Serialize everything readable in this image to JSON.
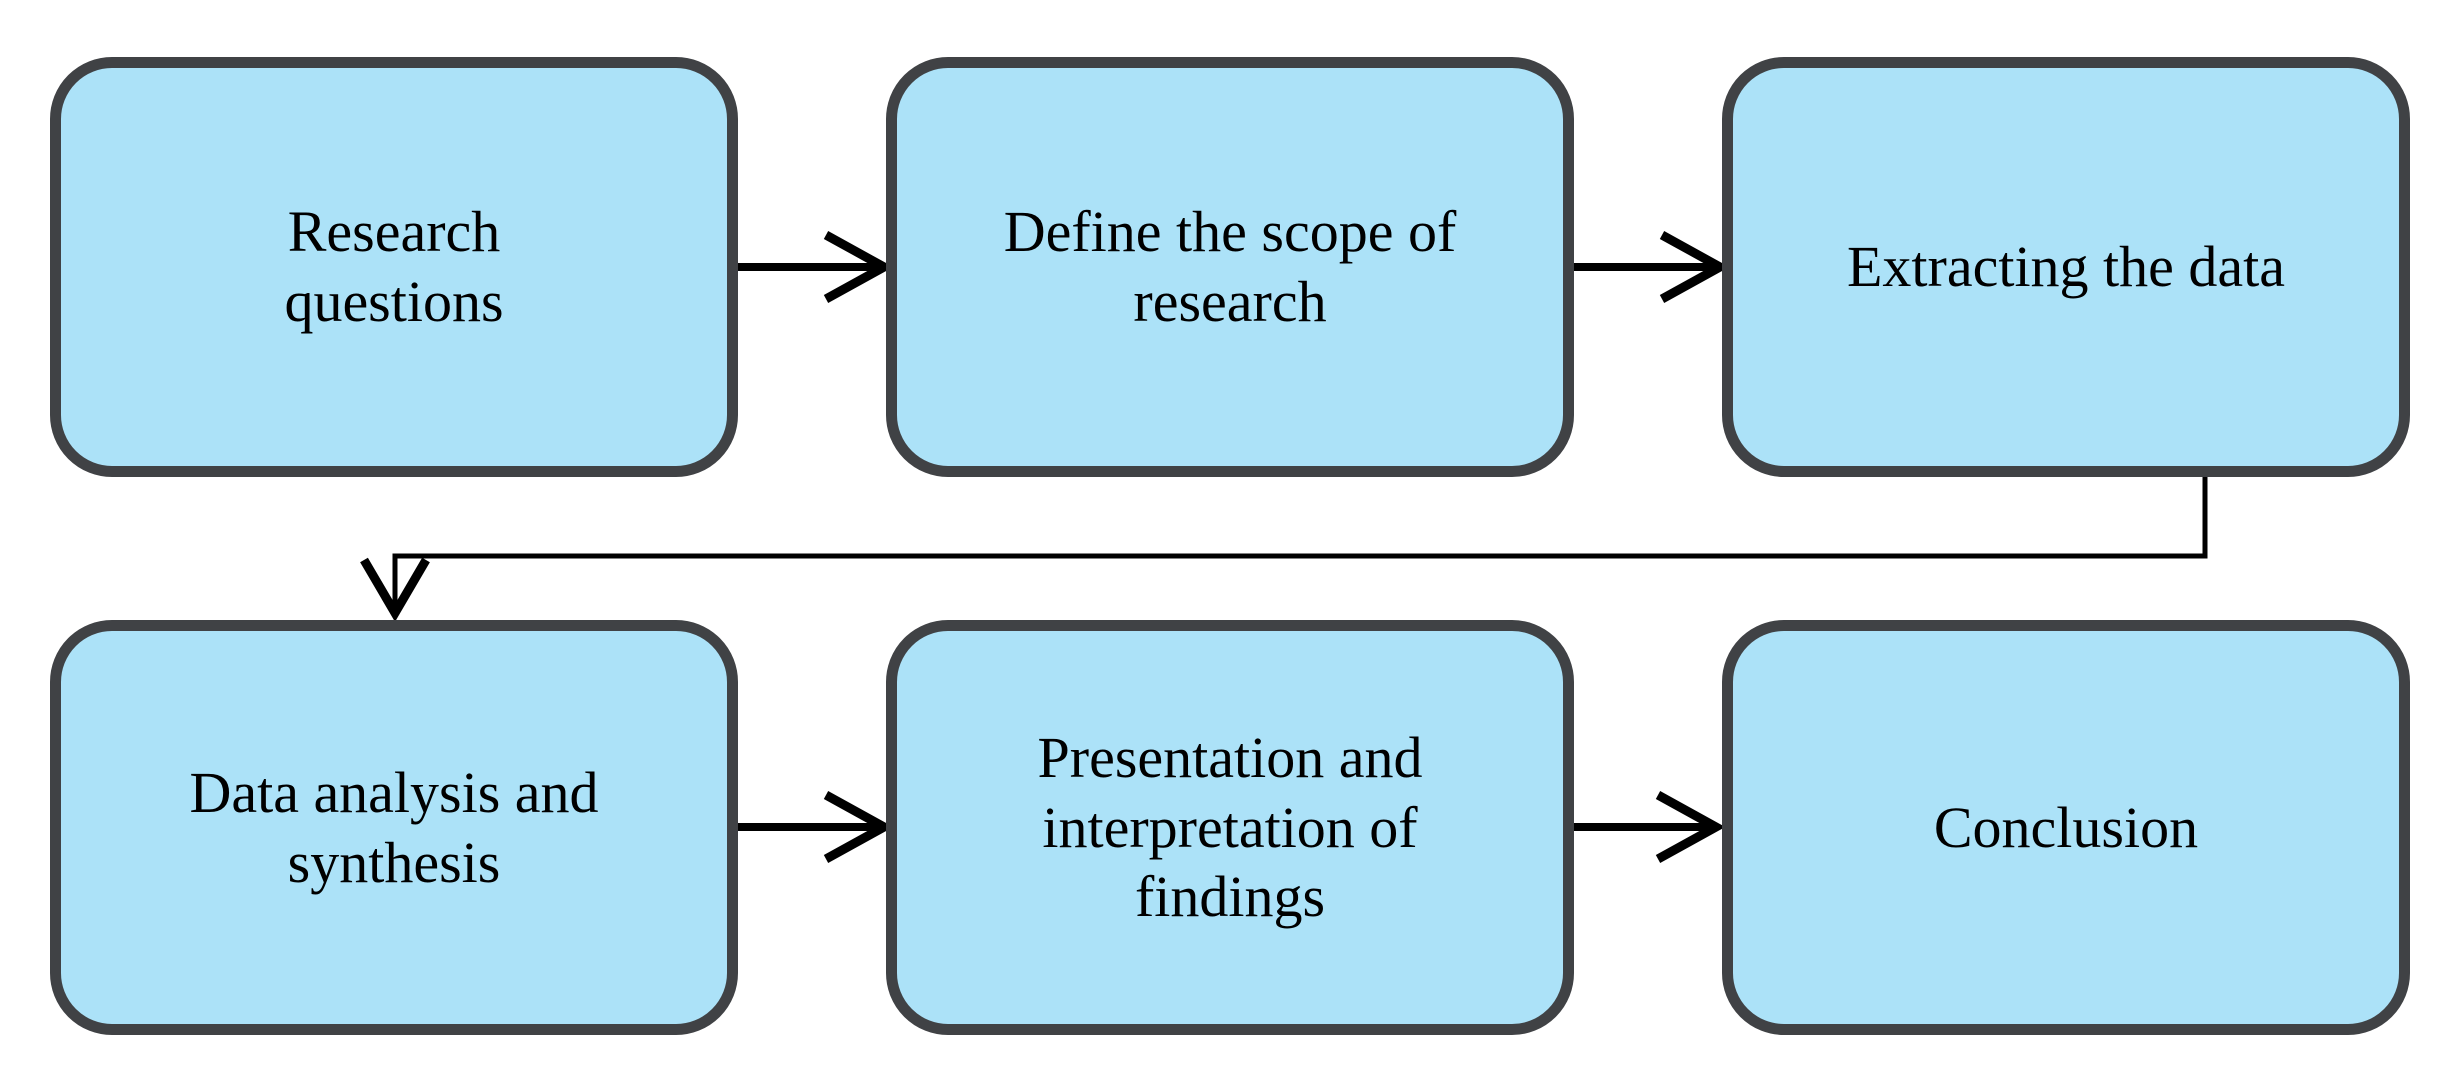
{
  "diagram": {
    "type": "flowchart",
    "steps": [
      {
        "id": 1,
        "label": "Research\nquestions"
      },
      {
        "id": 2,
        "label": "Define the scope of\nresearch"
      },
      {
        "id": 3,
        "label": "Extracting the data"
      },
      {
        "id": 4,
        "label": "Data analysis and\nsynthesis"
      },
      {
        "id": 5,
        "label": "Presentation and\ninterpretation of\nfindings"
      },
      {
        "id": 6,
        "label": "Conclusion"
      }
    ],
    "connections": [
      {
        "from": 1,
        "to": 2,
        "style": "horizontal-arrow"
      },
      {
        "from": 2,
        "to": 3,
        "style": "horizontal-arrow"
      },
      {
        "from": 3,
        "to": 4,
        "style": "elbow-down-left-down-arrow"
      },
      {
        "from": 4,
        "to": 5,
        "style": "horizontal-arrow"
      },
      {
        "from": 5,
        "to": 6,
        "style": "horizontal-arrow"
      }
    ],
    "colors": {
      "box_fill": "#ACE2F8",
      "box_border": "#404245",
      "arrow": "#000000",
      "text": "#000000",
      "background": "#FFFFFF"
    }
  }
}
